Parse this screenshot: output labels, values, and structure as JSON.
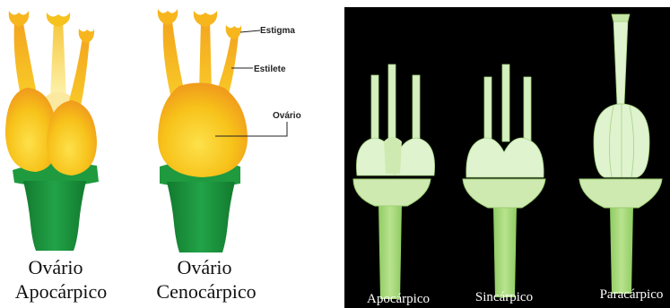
{
  "left_panel": {
    "labels": {
      "estigma": "Estigma",
      "estilete": "Estilete",
      "ovario": "Ovário"
    },
    "captions": {
      "apocarpico_line1": "Ovário",
      "apocarpico_line2": "Apocárpico",
      "cenocarpico_line1": "Ovário",
      "cenocarpico_line2": "Cenocárpico"
    },
    "colors": {
      "ovary_yellow": "#f7c21a",
      "ovary_orange": "#f09a1c",
      "receptacle_green": "#1f9a3f",
      "receptacle_dark": "#127a2e"
    }
  },
  "right_panel": {
    "captions": {
      "apocarpico": "Apocárpico",
      "sincarpico": "Sincárpico",
      "paracarpico": "Paracárpico"
    },
    "colors": {
      "background": "#000000",
      "pistil_light": "#dff3cf",
      "stalk_green": "#a9da7c"
    }
  }
}
